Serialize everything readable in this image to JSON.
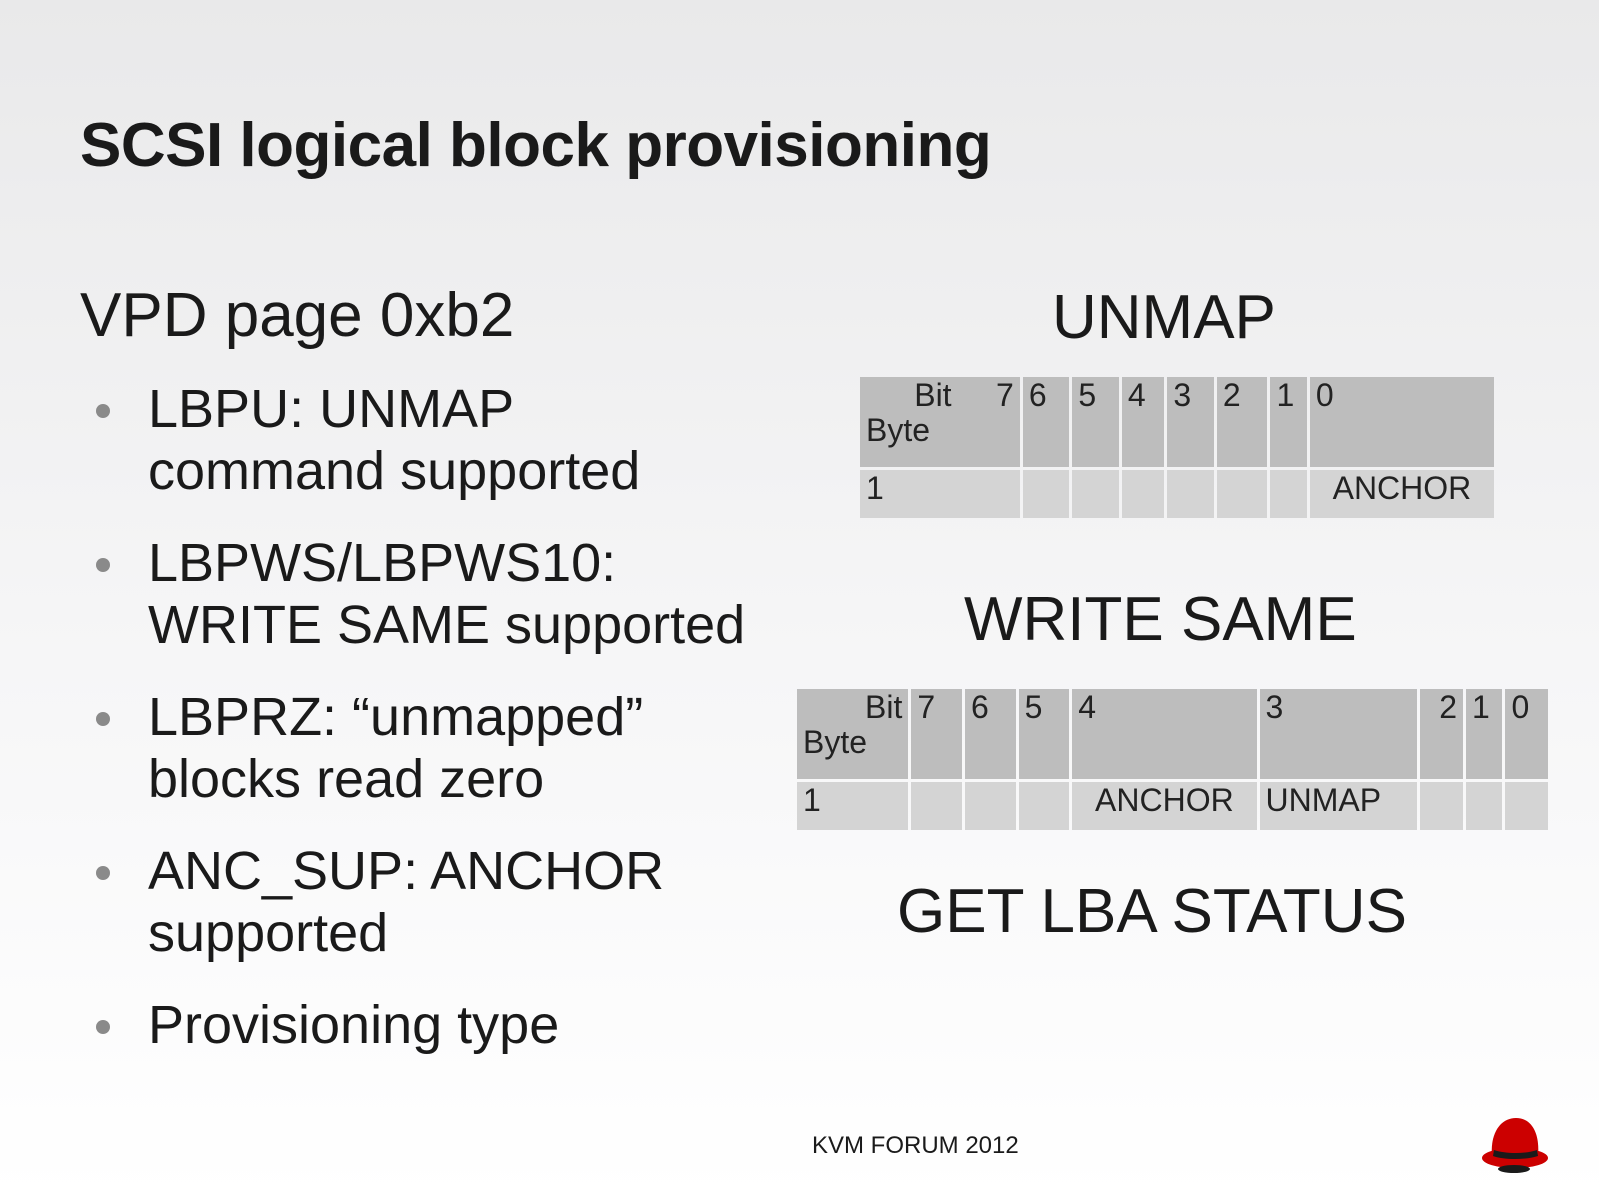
{
  "slide": {
    "title": "SCSI logical block provisioning",
    "subtitle": "VPD page 0xb2",
    "bullets": [
      {
        "line1": "LBPU: UNMAP",
        "line2": "command supported"
      },
      {
        "line1": "LBPWS/LBPWS10:",
        "line2": "WRITE SAME supported"
      },
      {
        "line1": "LBPRZ: “unmapped”",
        "line2": "blocks read zero"
      },
      {
        "line1": "ANC_SUP: ANCHOR",
        "line2": "supported"
      },
      {
        "line1": "Provisioning type",
        "line2": ""
      }
    ]
  },
  "unmap": {
    "heading": "UNMAP",
    "header": {
      "bit": "Bit",
      "byte": "Byte",
      "cols": [
        "7",
        "6",
        "5",
        "4",
        "3",
        "2",
        "1",
        "0"
      ]
    },
    "row": {
      "byte": "1",
      "cells": [
        "",
        "",
        "",
        "",
        "",
        "",
        "",
        "ANCHOR"
      ]
    }
  },
  "write_same": {
    "heading": "WRITE SAME",
    "header": {
      "bit": "Bit",
      "byte": "Byte",
      "cols": [
        "7",
        "6",
        "5",
        "4",
        "3",
        "2",
        "1",
        "0"
      ]
    },
    "row": {
      "byte": "1",
      "cells": [
        "",
        "",
        "",
        "ANCHOR",
        "UNMAP",
        "",
        "",
        ""
      ]
    }
  },
  "get_lba_status": {
    "heading": "GET LBA STATUS"
  },
  "footer": {
    "text": "KVM FORUM 2012"
  },
  "theme": {
    "cell_header": "#bdbdbd",
    "cell_body": "#d4d4d4",
    "logo_red": "#cc0000"
  }
}
